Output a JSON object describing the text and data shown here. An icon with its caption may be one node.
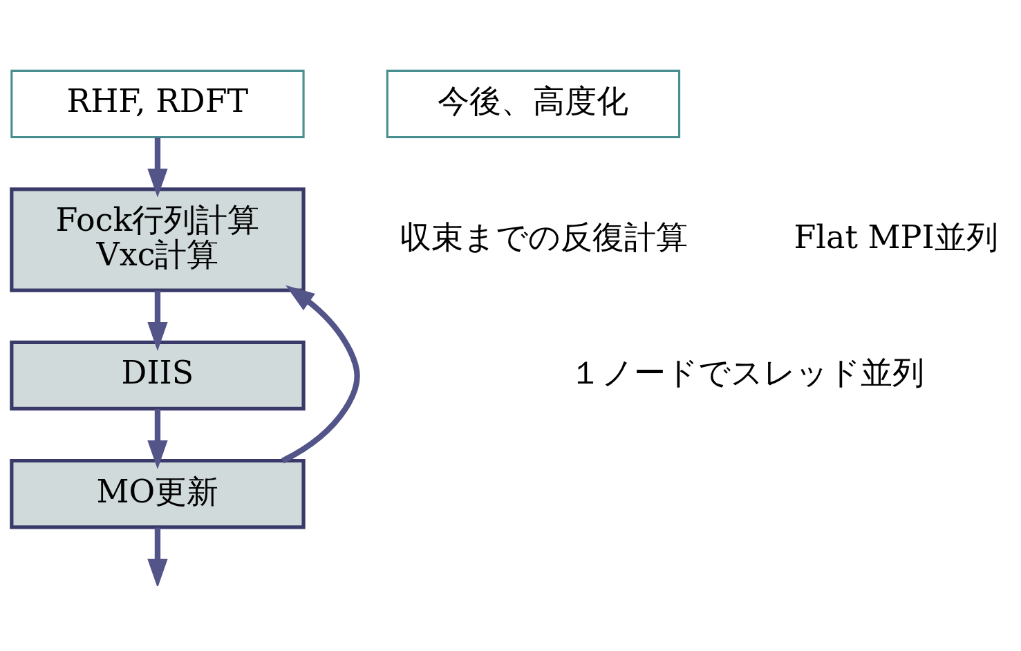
{
  "diagram": {
    "nodes": [
      {
        "text": [
          "RHF, RDFT"
        ]
      },
      {
        "text": [
          "Fock行列計算",
          "Vxc計算"
        ]
      },
      {
        "text": [
          "DIIS"
        ]
      },
      {
        "text": [
          "MO更新"
        ]
      },
      {
        "text": [
          "今後、高度化"
        ]
      }
    ],
    "edges": [
      {
        "from": 0,
        "to": 1,
        "arrow": "to"
      },
      {
        "from": 1,
        "to": 2,
        "arrow": "to"
      },
      {
        "from": 2,
        "to": 3,
        "arrow": "to"
      },
      {
        "from": 3,
        "to": 1,
        "arrow": "to"
      },
      {
        "from": 3,
        "to": null,
        "arrow": "to"
      }
    ],
    "labels": [
      "収束までの反復計算",
      "Flat MPI並列",
      "１ノードでスレッド並列"
    ]
  }
}
